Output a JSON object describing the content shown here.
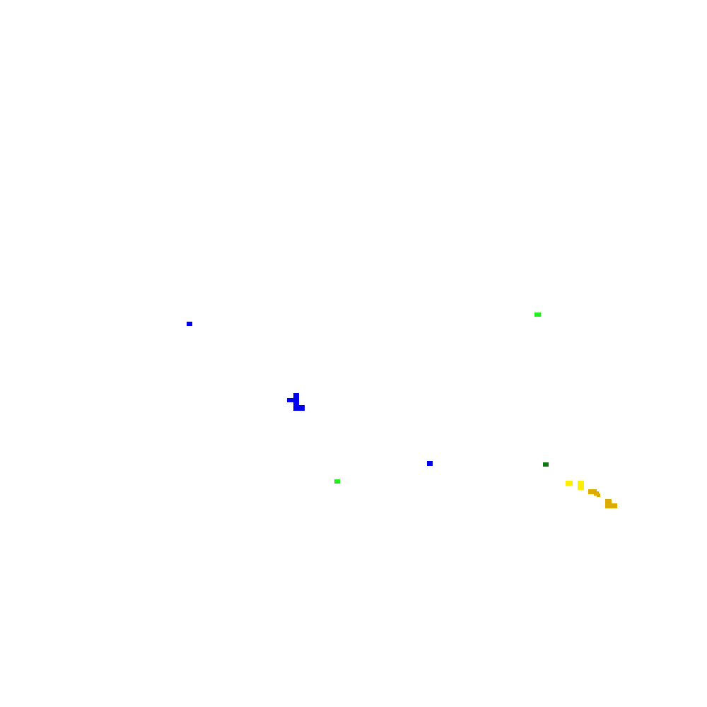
{
  "colors": {
    "background": "#ffffff",
    "blue": "#0000ee",
    "bright_green": "#22ee22",
    "dark_green": "#117711",
    "yellow": "#ffee00",
    "gold": "#ddaa00"
  },
  "sprites": [
    {
      "name": "blue-small-sprite",
      "color": "blue"
    },
    {
      "name": "green-small-sprite-top",
      "color": "bright_green"
    },
    {
      "name": "blue-player-sprite",
      "color": "blue"
    },
    {
      "name": "blue-dot-sprite",
      "color": "blue"
    },
    {
      "name": "dark-green-sprite",
      "color": "dark_green"
    },
    {
      "name": "green-small-sprite-bottom",
      "color": "bright_green"
    },
    {
      "name": "yellow-sprite-left",
      "color": "yellow"
    },
    {
      "name": "yellow-sprite-right",
      "color": "yellow"
    },
    {
      "name": "gold-sprite-upper",
      "color": "gold"
    },
    {
      "name": "gold-sprite-lower",
      "color": "gold"
    }
  ]
}
